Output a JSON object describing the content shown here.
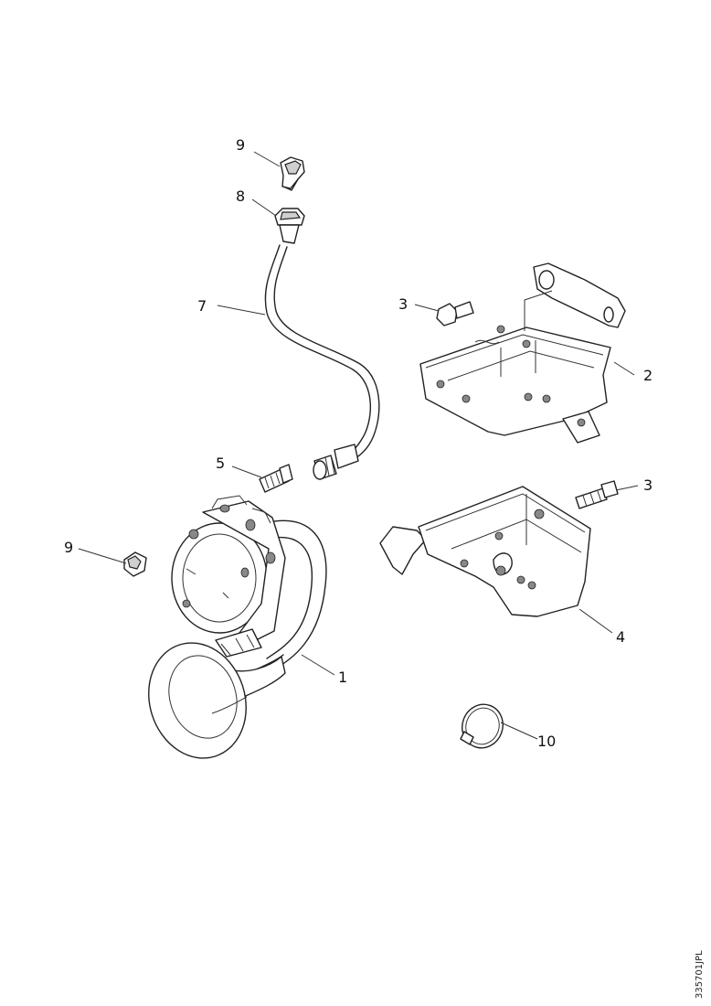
{
  "diagram": {
    "callouts": [
      {
        "id": "9a",
        "text": "9"
      },
      {
        "id": "8",
        "text": "8"
      },
      {
        "id": "7",
        "text": "7"
      },
      {
        "id": "3a",
        "text": "3"
      },
      {
        "id": "2",
        "text": "2"
      },
      {
        "id": "5",
        "text": "5"
      },
      {
        "id": "3b",
        "text": "3"
      },
      {
        "id": "9b",
        "text": "9"
      },
      {
        "id": "4",
        "text": "4"
      },
      {
        "id": "1",
        "text": "1"
      },
      {
        "id": "10",
        "text": "10"
      }
    ],
    "drawing_code": "335701JPL"
  },
  "colors": {
    "line": "#222222",
    "background": "#ffffff"
  }
}
